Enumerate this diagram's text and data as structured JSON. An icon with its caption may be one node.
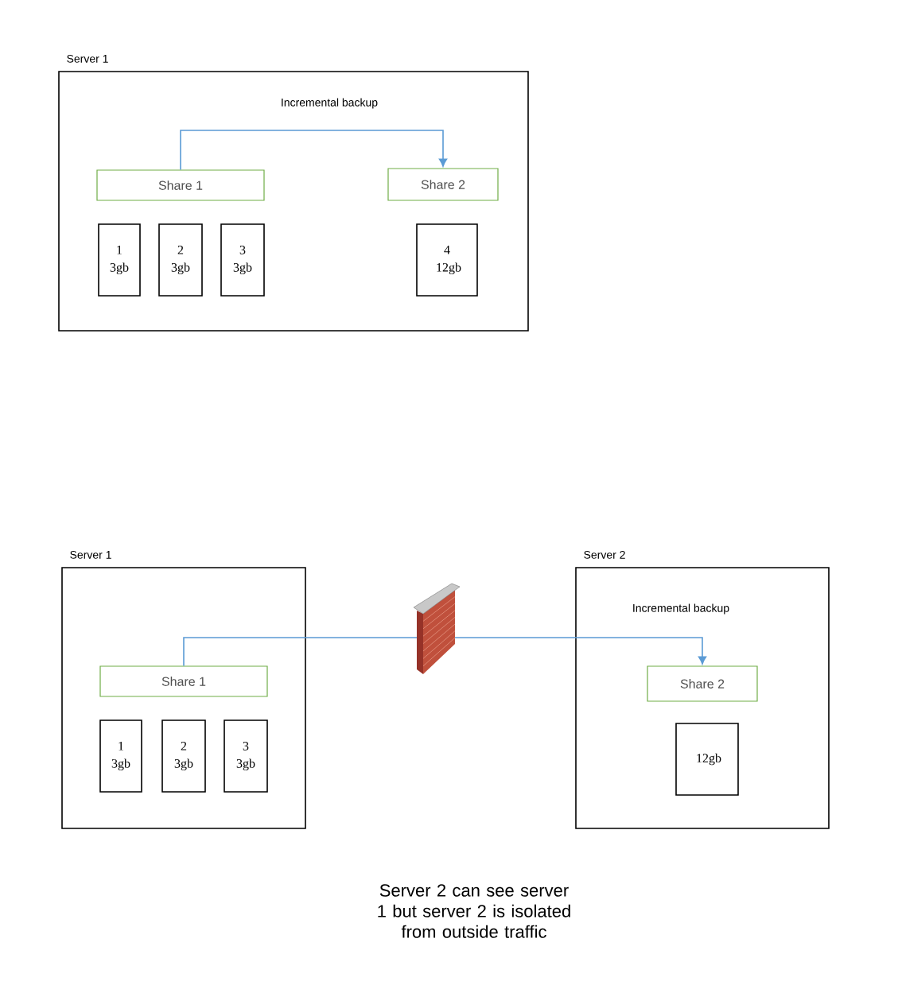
{
  "diagram": {
    "nodes": [
      {
        "text": [
          "Server 1"
        ]
      },
      {
        "text": [
          "Share 1"
        ],
        "in": 0
      },
      {
        "text": [
          "Share 2"
        ],
        "in": 0
      },
      {
        "text": [
          "1 3gb"
        ],
        "in": 0
      },
      {
        "text": [
          "2 3gb"
        ],
        "in": 0
      },
      {
        "text": [
          "3 3gb"
        ],
        "in": 0
      },
      {
        "text": [
          "4 12gb"
        ],
        "in": 0
      },
      {
        "text": [
          "Server 1"
        ]
      },
      {
        "text": [
          "Share 1"
        ],
        "in": 7
      },
      {
        "text": [
          "1 3gb"
        ],
        "in": 7
      },
      {
        "text": [
          "2 3gb"
        ],
        "in": 7
      },
      {
        "text": [
          "3 3gb"
        ],
        "in": 7
      },
      {
        "text": [
          "Server 2"
        ]
      },
      {
        "text": [
          "Share 2"
        ],
        "in": 12
      },
      {
        "text": [
          "12gb"
        ],
        "in": 12
      }
    ],
    "edges": [
      {
        "from": 1,
        "to": 2,
        "arrow": "to",
        "label": "Incremental backup"
      },
      {
        "from": 8,
        "to": 13,
        "arrow": "to",
        "label": "Incremental backup"
      }
    ],
    "caption": "Server 2 can see server 1 but server 2 is isolated from outside traffic"
  }
}
